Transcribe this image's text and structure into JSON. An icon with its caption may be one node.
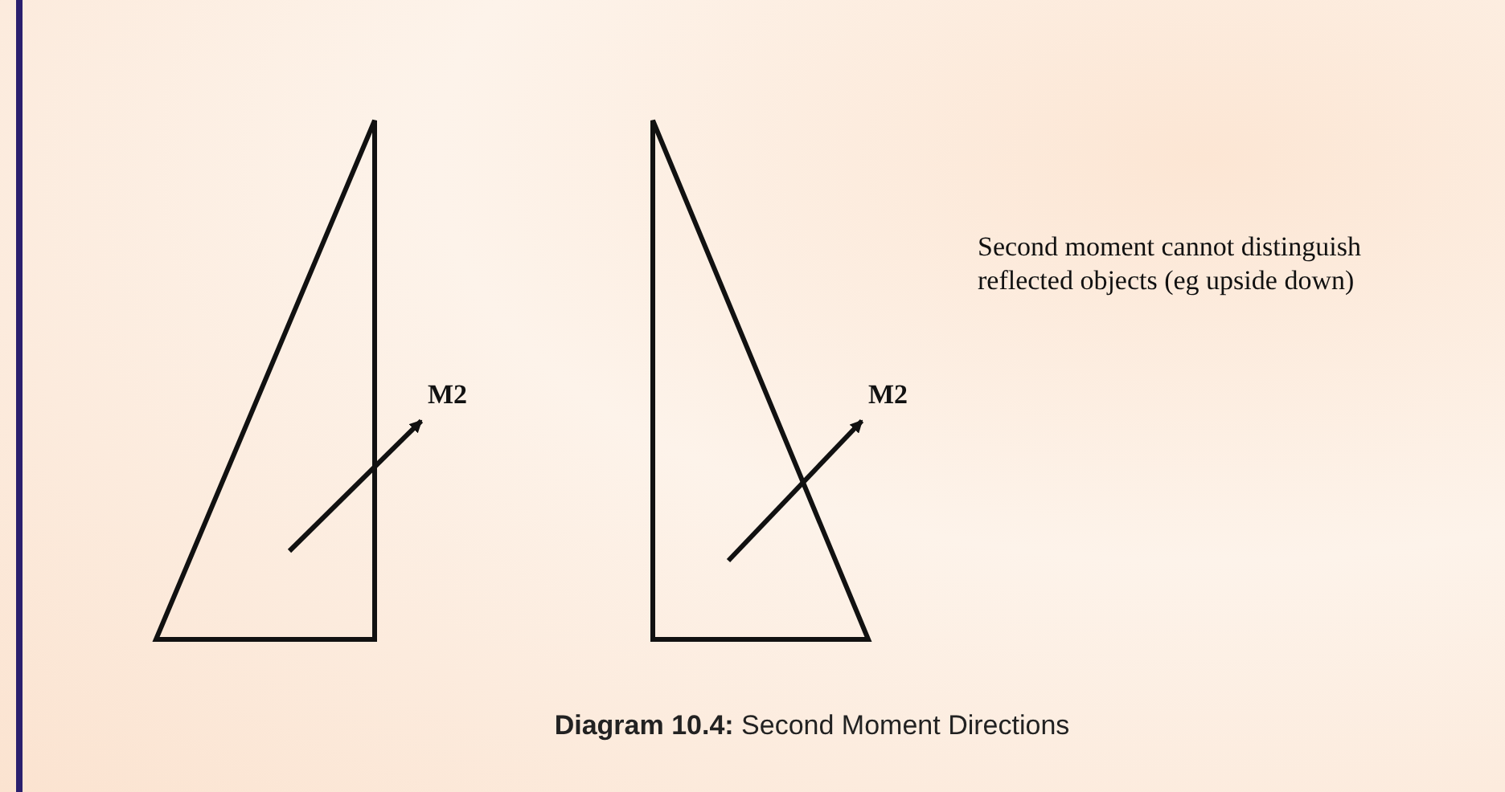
{
  "diagram": {
    "caption": "**Diagram 10.4:** Second Moment Directions",
    "labels": [
      "M2",
      "M2",
      "Second moment cannot distinguish reflected objects (eg upside down)"
    ]
  }
}
